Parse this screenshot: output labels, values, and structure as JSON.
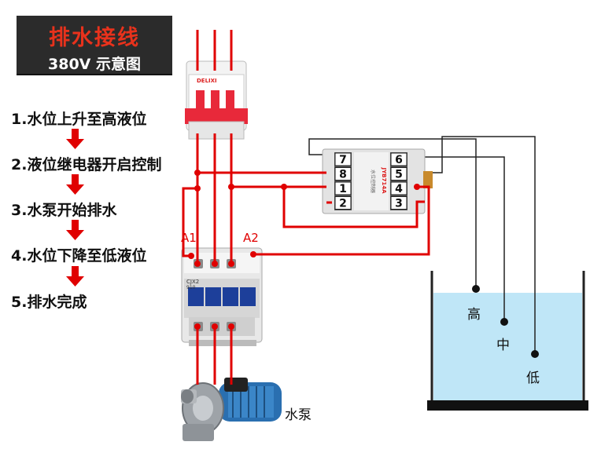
{
  "title": {
    "main": "排水接线",
    "sub": "380V 示意图"
  },
  "steps": [
    "1.水位上升至高液位",
    "2.液位继电器开启控制",
    "3.水泵开始排水",
    "4.水位下降至低液位",
    "5.排水完成"
  ],
  "breaker": {
    "brand": "DELIXI"
  },
  "relay": {
    "model": "JYB714A",
    "terminals_left": [
      "7",
      "8",
      "1",
      "2"
    ],
    "terminals_right": [
      "6",
      "5",
      "4",
      "3"
    ]
  },
  "contactor": {
    "model": "CJX2",
    "code": "910",
    "label_a1": "A1",
    "label_a2": "A2"
  },
  "pump": {
    "label": "水泵"
  },
  "tank": {
    "label_high": "高",
    "label_mid": "中",
    "label_low": "低"
  },
  "colors": {
    "wire": "#e00000",
    "title_bg": "#2b2b2b",
    "title_red": "#e8321c",
    "water": "#bfe6f7",
    "arrow": "#e00000"
  }
}
